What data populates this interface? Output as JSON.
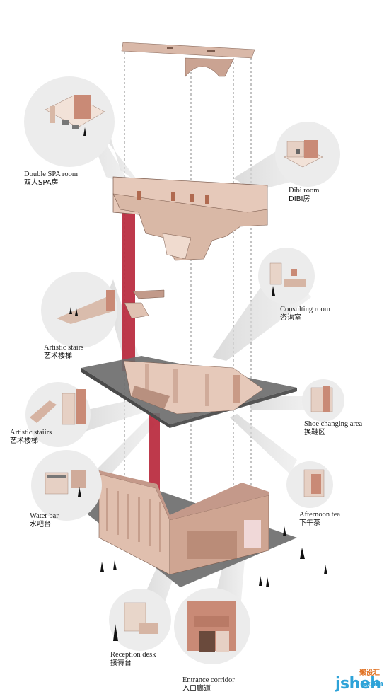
{
  "labels": {
    "double_spa": {
      "en": "Double SPA room",
      "zh": "双人SPA房"
    },
    "dibi": {
      "en": "Dibi room",
      "zh": "DIBI房"
    },
    "consulting": {
      "en": "Consulting room",
      "zh": "咨询室"
    },
    "artistic_stairs": {
      "en": "Artistic stairs",
      "zh": "艺术楼梯"
    },
    "artistic_stairs_2": {
      "en": "Artistic staiirs",
      "zh": "艺术楼梯"
    },
    "shoe_changing": {
      "en": "Shoe changing area",
      "zh": "换鞋区"
    },
    "water_bar": {
      "en": "Water bar",
      "zh": "水吧台"
    },
    "afternoon_tea": {
      "en": "Afternoon tea",
      "zh": "下午茶"
    },
    "reception": {
      "en": "Reception desk",
      "zh": "接待台"
    },
    "entrance": {
      "en": "Entrance corridor",
      "zh": "入口廊道"
    }
  },
  "watermark": {
    "main": "jsheh",
    "cn": "聚设汇",
    "com": ".com"
  },
  "colors": {
    "wall": "#e2c2b4",
    "wall_dark": "#c9a294",
    "slab": "#6e6e6e",
    "red": "#b8283c",
    "cone": "#d6d6d6",
    "circle": "#ececec"
  }
}
